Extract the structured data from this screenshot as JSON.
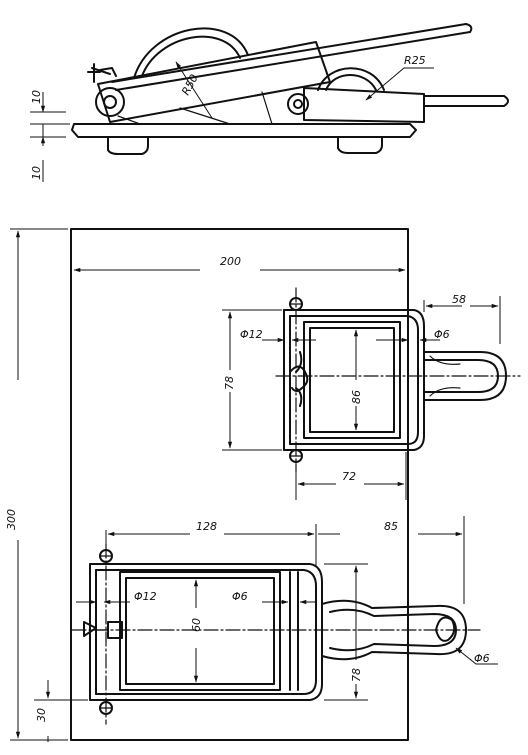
{
  "drawing": {
    "side_view": {
      "labels": {
        "radius_large": "R50",
        "radius_small": "R25",
        "height_top": "10",
        "height_bottom": "10"
      }
    },
    "plan_view": {
      "labels": {
        "overall_height": "300",
        "overall_width": "200",
        "upper_hole_dia": "Φ12",
        "upper_handle_dia": "Φ6",
        "upper_span": "78",
        "upper_inner": "86",
        "upper_handle_len": "58",
        "upper_width": "72",
        "lower_width": "128",
        "lower_handle_len": "85",
        "lower_hole_dia": "Φ12",
        "lower_rod_dia": "Φ6",
        "lower_inner": "60",
        "lower_span": "78",
        "lower_handle_dia": "Φ6",
        "bottom_offset": "30"
      }
    }
  }
}
